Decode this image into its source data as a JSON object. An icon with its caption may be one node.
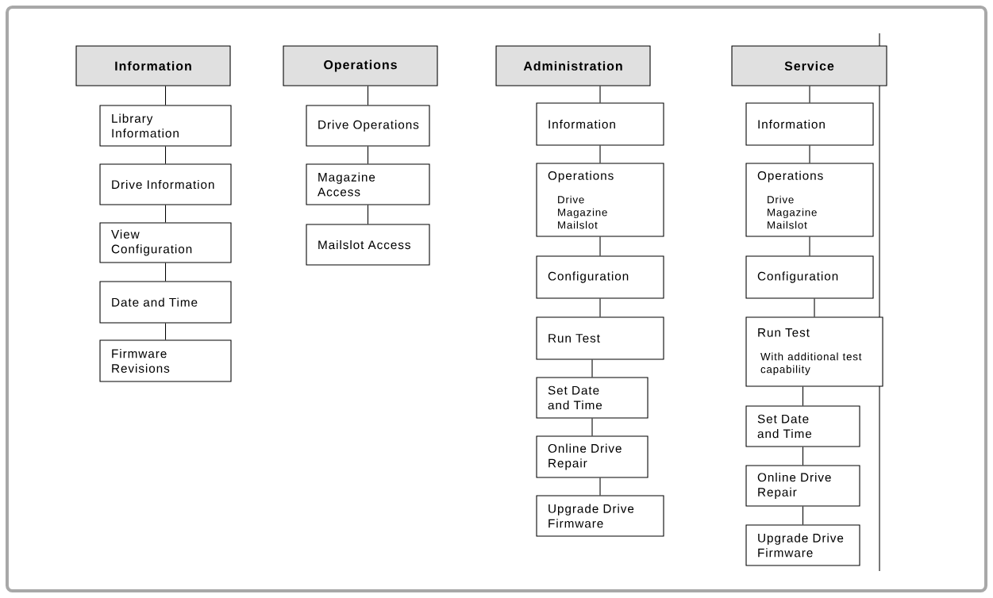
{
  "diagram": {
    "nodes": [
      {
        "text": [
          "Information"
        ]
      },
      {
        "text": [
          "Library Information"
        ]
      },
      {
        "text": [
          "Drive Information"
        ]
      },
      {
        "text": [
          "View Configuration"
        ]
      },
      {
        "text": [
          "Date and Time"
        ]
      },
      {
        "text": [
          "Firmware Revisions"
        ]
      },
      {
        "text": [
          "Operations"
        ]
      },
      {
        "text": [
          "Drive Operations"
        ]
      },
      {
        "text": [
          "Magazine Access"
        ]
      },
      {
        "text": [
          "Mailslot Access"
        ]
      },
      {
        "text": [
          "Administration"
        ]
      },
      {
        "text": [
          "Information"
        ]
      },
      {
        "text": [
          "Operations",
          "Drive Magazine Mailslot"
        ]
      },
      {
        "text": [
          "Configuration"
        ]
      },
      {
        "text": [
          "Run Test"
        ]
      },
      {
        "text": [
          "Set Date and Time"
        ]
      },
      {
        "text": [
          "Online Drive Repair"
        ]
      },
      {
        "text": [
          "Upgrade Drive Firmware"
        ]
      },
      {
        "text": [
          "Service"
        ]
      },
      {
        "text": [
          "Information"
        ]
      },
      {
        "text": [
          "Operations",
          "Drive Magazine Mailslot"
        ]
      },
      {
        "text": [
          "Configuration"
        ]
      },
      {
        "text": [
          "Run Test",
          "With additional test capability"
        ]
      },
      {
        "text": [
          "Set Date and Time"
        ]
      },
      {
        "text": [
          "Online Drive Repair"
        ]
      },
      {
        "text": [
          "Upgrade Drive Firmware"
        ]
      }
    ],
    "edges": [
      {
        "from": 0,
        "to": 1,
        "arrow": "none"
      },
      {
        "from": 1,
        "to": 2,
        "arrow": "none"
      },
      {
        "from": 2,
        "to": 3,
        "arrow": "none"
      },
      {
        "from": 3,
        "to": 4,
        "arrow": "none"
      },
      {
        "from": 4,
        "to": 5,
        "arrow": "none"
      },
      {
        "from": 6,
        "to": 7,
        "arrow": "none"
      },
      {
        "from": 7,
        "to": 8,
        "arrow": "none"
      },
      {
        "from": 8,
        "to": 9,
        "arrow": "none"
      },
      {
        "from": 10,
        "to": 11,
        "arrow": "none"
      },
      {
        "from": 11,
        "to": 12,
        "arrow": "none"
      },
      {
        "from": 12,
        "to": 13,
        "arrow": "none"
      },
      {
        "from": 13,
        "to": 14,
        "arrow": "none"
      },
      {
        "from": 14,
        "to": 15,
        "arrow": "none"
      },
      {
        "from": 15,
        "to": 16,
        "arrow": "none"
      },
      {
        "from": 16,
        "to": 17,
        "arrow": "none"
      },
      {
        "from": 18,
        "to": 19,
        "arrow": "none"
      },
      {
        "from": 19,
        "to": 20,
        "arrow": "none"
      },
      {
        "from": 20,
        "to": 21,
        "arrow": "none"
      },
      {
        "from": 21,
        "to": 22,
        "arrow": "none"
      },
      {
        "from": 22,
        "to": 23,
        "arrow": "none"
      },
      {
        "from": 23,
        "to": 24,
        "arrow": "none"
      },
      {
        "from": 24,
        "to": 25,
        "arrow": "none"
      }
    ]
  }
}
